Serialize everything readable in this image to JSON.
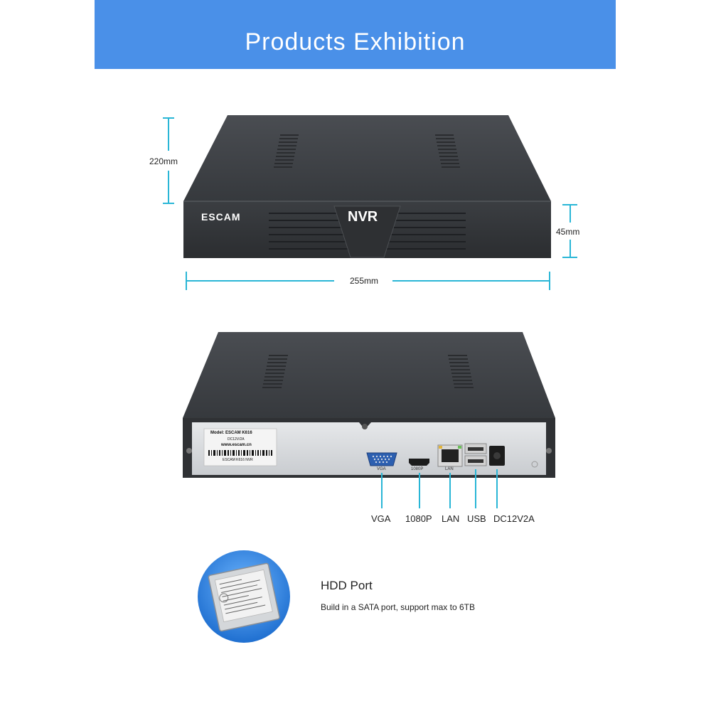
{
  "banner": {
    "title": "Products Exhibition",
    "color": "#4a90e8"
  },
  "dimensions": {
    "depth": "220mm",
    "height": "45mm",
    "width": "255mm",
    "line_color": "#29b6d6"
  },
  "front": {
    "brand": "ESCAM",
    "badge": "NVR"
  },
  "rear": {
    "label_lines": [
      "Model: ESCAM K616",
      "DC12V/2A",
      "www.escam.cn",
      "ESCAM K616 NVR"
    ],
    "port_marks": [
      "VGA",
      "1080P",
      "LAN"
    ]
  },
  "ports": [
    "VGA",
    "1080P",
    "LAN",
    "USB",
    "DC12V2A"
  ],
  "hdd": {
    "title": "HDD Port",
    "description": "Build in a SATA port, support max to 6TB"
  }
}
